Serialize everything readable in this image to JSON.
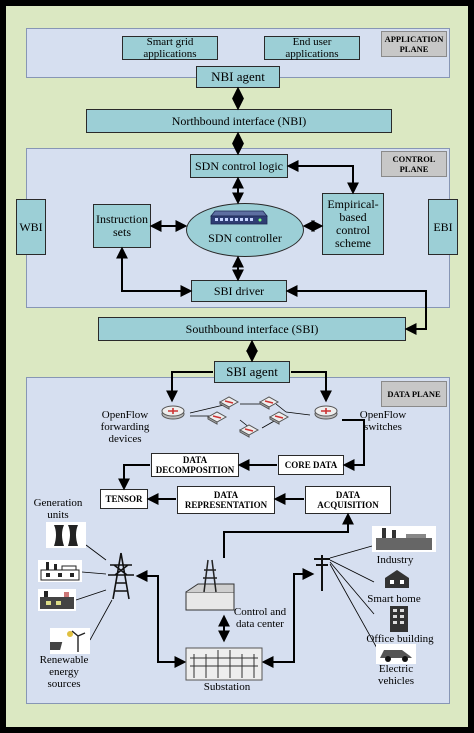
{
  "application_plane": {
    "tag": "APPLICATION PLANE",
    "smart_grid": "Smart grid applications",
    "end_user": "End user applications",
    "nbi_agent": "NBI agent"
  },
  "northbound": "Northbound interface (NBI)",
  "control_plane": {
    "tag": "CONTROL PLANE",
    "wbi": "WBI",
    "ebi": "EBI",
    "sdn_logic": "SDN control logic",
    "instruction_sets": "Instruction sets",
    "sdn_controller": "SDN controller",
    "empirical": "Empirical-based control scheme",
    "sbi_driver": "SBI driver"
  },
  "southbound": "Southbound interface (SBI)",
  "data_plane": {
    "tag": "DATA PLANE",
    "sbi_agent": "SBI agent",
    "openflow_fwd": "OpenFlow forwarding devices",
    "openflow_sw": "OpenFlow switches",
    "data_decomp": "DATA DECOMPOSITION",
    "core_data": "CORE DATA",
    "tensor": "TENSOR",
    "data_repr": "DATA REPRESENTATION",
    "data_acq": "DATA ACQUISITION",
    "generation_units": "Generation units",
    "renewable": "Renewable energy sources",
    "control_dc": "Control and data center",
    "substation": "Substation",
    "industry": "Industry",
    "smart_home": "Smart home",
    "office": "Office building",
    "ev": "Electric vehicles"
  }
}
